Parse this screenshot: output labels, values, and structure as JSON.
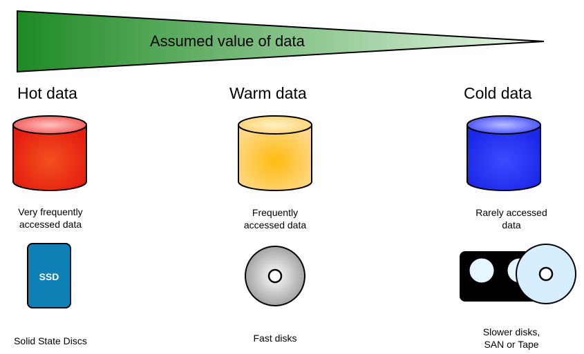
{
  "banner": {
    "label": "Assumed value of data",
    "gradient_start": "#1e8a24",
    "gradient_end": "#e9f7e8"
  },
  "tiers": [
    {
      "heading": "Hot data",
      "access_text": "Very frequently\naccessed data",
      "storage_text": "Solid State Discs",
      "storage_icon": "ssd-icon",
      "storage_icon_label": "SSD",
      "color_center": "#f2501e",
      "color_edge": "#e51c10"
    },
    {
      "heading": "Warm data",
      "access_text": "Frequently\naccessed data",
      "storage_text": "Fast disks",
      "storage_icon": "disk-icon",
      "color_center": "#ffbb0e",
      "color_edge": "#ffd98a"
    },
    {
      "heading": "Cold data",
      "access_text": "Rarely accessed\ndata",
      "storage_text": "Slower disks,\nSAN or Tape",
      "storage_icon": "tape-icon",
      "color_center": "#3c4cff",
      "color_edge": "#1a26e8"
    }
  ]
}
